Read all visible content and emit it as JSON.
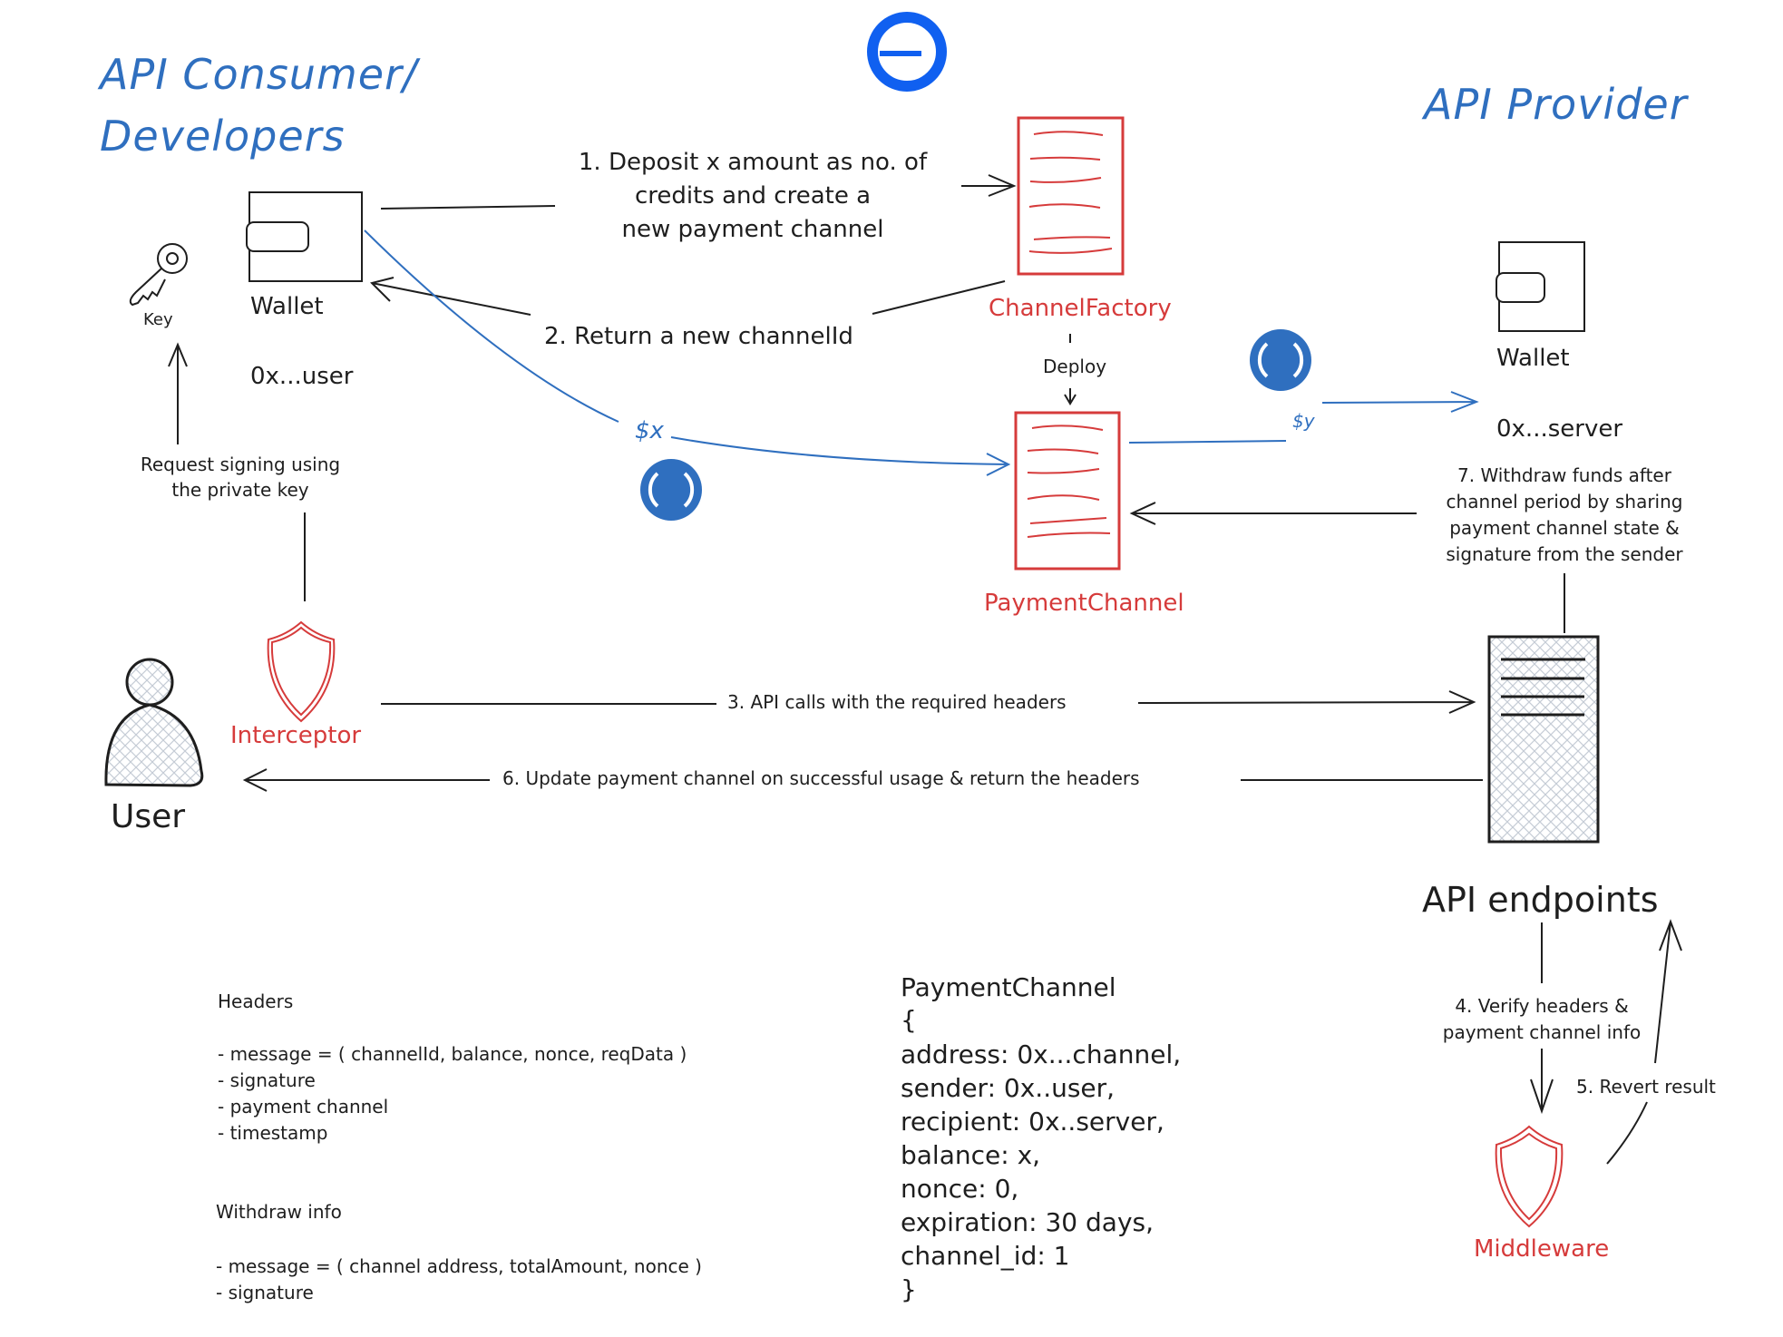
{
  "diagram": {
    "logo_icon": "theta-circle-logo",
    "colors": {
      "accent_blue": "#2f6fbf",
      "logo_blue": "#1060f0",
      "contract_red": "#d63b3b",
      "ink": "#1e1e1e",
      "hatch": "#c5ccd6"
    },
    "sections": {
      "consumer_title_line1": "API Consumer/",
      "consumer_title_line2": "Developers",
      "provider_title": "API Provider"
    },
    "nodes": {
      "key": {
        "label": "Key",
        "icon": "key-icon"
      },
      "consumer_wallet": {
        "label": "Wallet",
        "address": "0x...user",
        "icon": "wallet-icon"
      },
      "provider_wallet": {
        "label": "Wallet",
        "address": "0x...server",
        "icon": "wallet-icon"
      },
      "channel_factory": {
        "label": "ChannelFactory",
        "icon": "contract-document-icon"
      },
      "payment_channel": {
        "label": "PaymentChannel",
        "icon": "contract-document-icon"
      },
      "user": {
        "label": "User",
        "icon": "user-icon"
      },
      "interceptor": {
        "label": "Interceptor",
        "icon": "shield-icon"
      },
      "api_endpoints": {
        "label": "API endpoints",
        "icon": "server-icon"
      },
      "middleware": {
        "label": "Middleware",
        "icon": "shield-icon"
      },
      "usdc_coin_left": {
        "icon": "usdc-coin-icon"
      },
      "usdc_coin_right": {
        "icon": "usdc-coin-icon"
      }
    },
    "edges": {
      "step1_line1": "1. Deposit x amount as no. of",
      "step1_line2": "credits and create a",
      "step1_line3": "new payment channel",
      "step2": "2. Return a new channelId",
      "deploy": "Deploy",
      "amount_x": "$x",
      "amount_y": "$y",
      "request_signing_line1": "Request signing using",
      "request_signing_line2": "the private key",
      "step3": "3. API calls with the required headers",
      "step4_line1": "4. Verify headers &",
      "step4_line2": "payment channel info",
      "step5": "5. Revert result",
      "step6": "6. Update payment channel on successful usage & return the headers",
      "step7_line1": "7. Withdraw funds after",
      "step7_line2": "channel period by sharing",
      "step7_line3": "payment channel state &",
      "step7_line4": "signature from the sender"
    },
    "notes": {
      "headers_title": "Headers",
      "headers_items": [
        "- message = ( channelId, balance, nonce, reqData )",
        "- signature",
        "- payment channel",
        "- timestamp"
      ],
      "withdraw_title": "Withdraw info",
      "withdraw_items": [
        "- message = ( channel address, totalAmount, nonce )",
        "- signature"
      ]
    },
    "payment_channel_struct": {
      "title": "PaymentChannel",
      "open_brace": "{",
      "fields": [
        "address: 0x...channel,",
        "sender: 0x..user,",
        "recipient: 0x..server,",
        "balance: x,",
        "nonce: 0,",
        "expiration: 30 days,",
        "channel_id: 1"
      ],
      "close_brace": "}"
    }
  }
}
